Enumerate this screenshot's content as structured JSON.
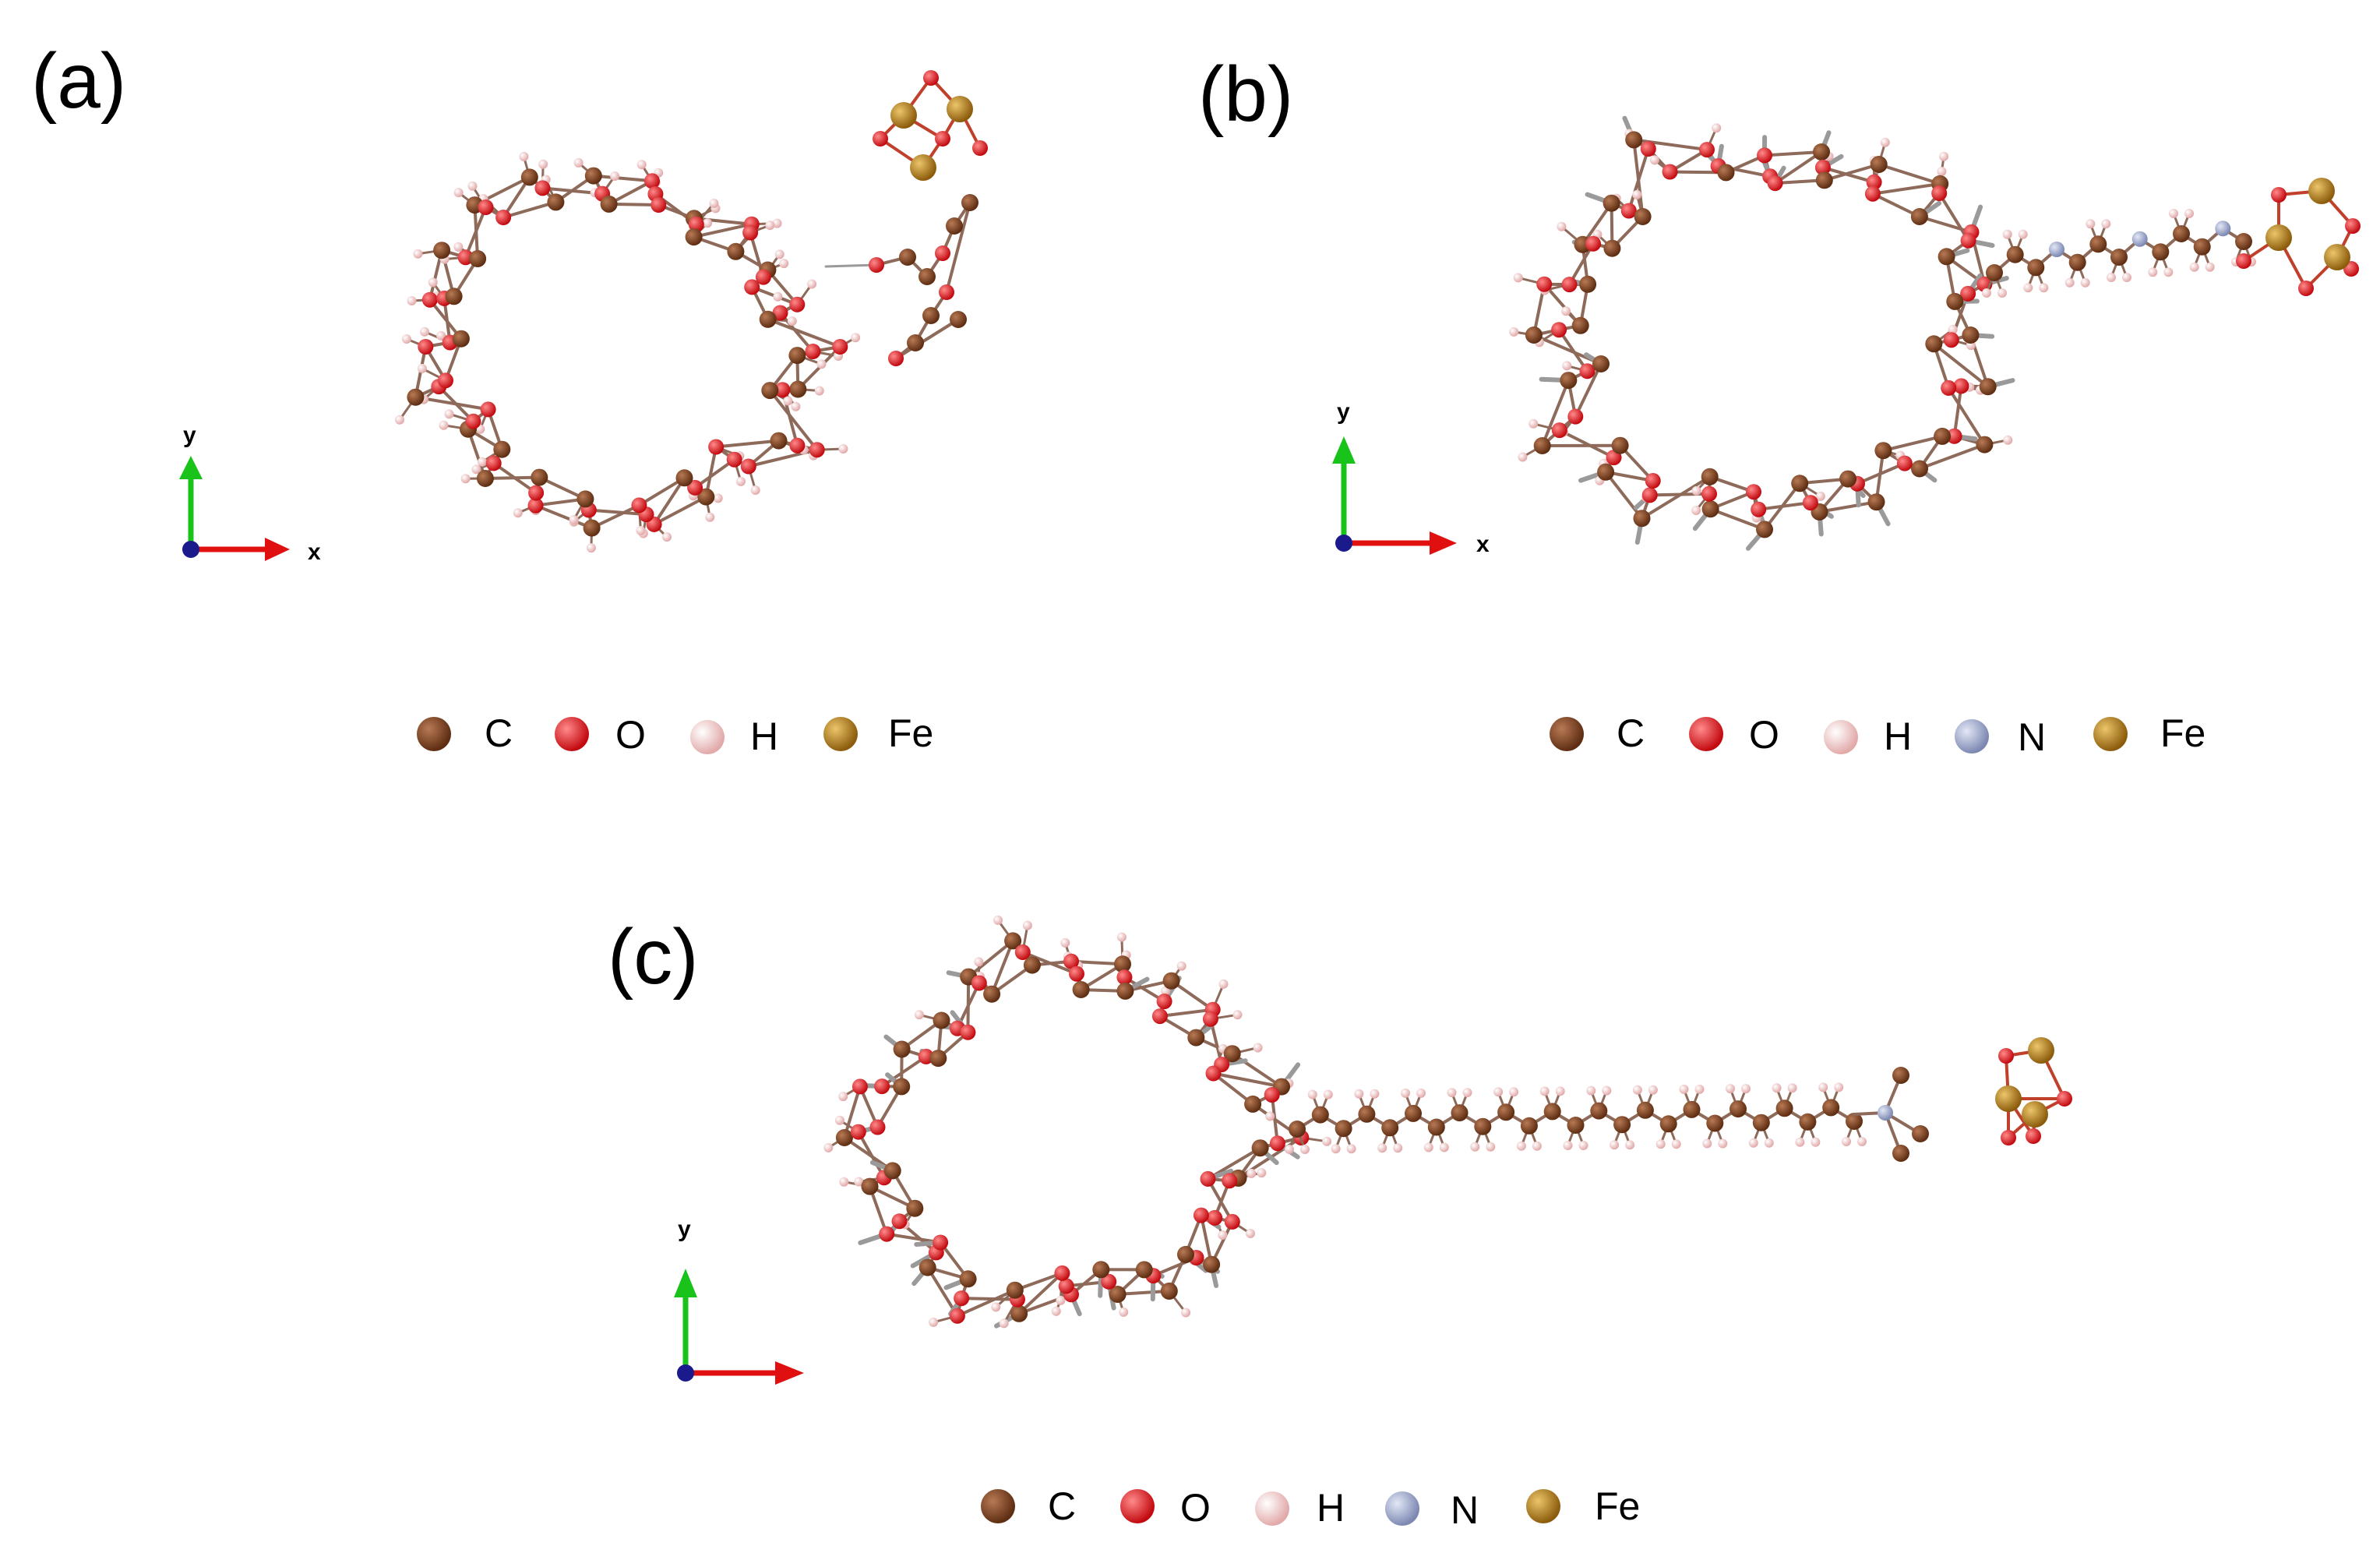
{
  "panels": [
    {
      "id": "a",
      "label": "(a)",
      "axes": {
        "y": "y",
        "x": "x"
      },
      "legend": [
        "C",
        "O",
        "H",
        "Fe"
      ]
    },
    {
      "id": "b",
      "label": "(b)",
      "axes": {
        "y": "y",
        "x": "x"
      },
      "legend": [
        "C",
        "O",
        "H",
        "N",
        "Fe"
      ]
    },
    {
      "id": "c",
      "label": "(c)",
      "axes": {
        "y": "y"
      },
      "legend": [
        "C",
        "O",
        "H",
        "N",
        "Fe"
      ]
    }
  ],
  "elements": {
    "C": {
      "color": "#7a3f1d",
      "highlight": "#b87a55"
    },
    "O": {
      "color": "#e0141c",
      "highlight": "#ff8a8a"
    },
    "H": {
      "color": "#f2c6c6",
      "highlight": "#ffffff"
    },
    "N": {
      "color": "#9aa6cc",
      "highlight": "#e3e8f6"
    },
    "Fe": {
      "color": "#b87d17",
      "highlight": "#ecc56a"
    }
  },
  "colors": {
    "bond": "#8e6a5a",
    "h_bond": "#9a9a9a",
    "axis_y": "#19c319",
    "axis_x": "#e01010",
    "axis_z": "#1a1a8c"
  }
}
